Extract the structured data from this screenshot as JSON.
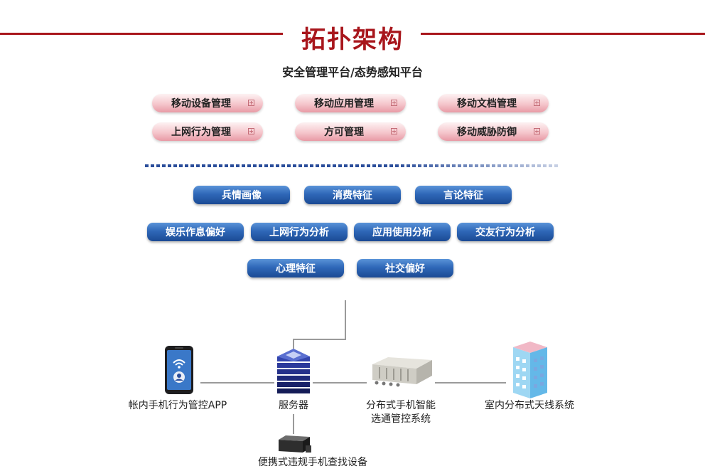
{
  "title": "拓扑架构",
  "subtitle": "安全管理平台/态势感知平台",
  "platform_modules": [
    {
      "label": "移动设备管理"
    },
    {
      "label": "移动应用管理"
    },
    {
      "label": "移动文档管理"
    },
    {
      "label": "上网行为管理"
    },
    {
      "label": "方可管理"
    },
    {
      "label": "移动威胁防御"
    }
  ],
  "analysis_features": [
    {
      "label": "兵情画像"
    },
    {
      "label": "消费特征"
    },
    {
      "label": "言论特征"
    },
    {
      "label": "娱乐作息偏好"
    },
    {
      "label": "上网行为分析"
    },
    {
      "label": "应用使用分析"
    },
    {
      "label": "交友行为分析"
    },
    {
      "label": "心理特征"
    },
    {
      "label": "社交偏好"
    }
  ],
  "nodes": {
    "app": "帐内手机行为管控APP",
    "server": "服务器",
    "controller_line1": "分布式手机智能",
    "controller_line2": "选通管控系统",
    "indoor": "室内分布式天线系统",
    "detector": "便携式违规手机查找设备"
  },
  "colors": {
    "brand_red": "#a8161c",
    "module_pink": "#f5c6cc",
    "feature_blue": "#2f68b8"
  }
}
